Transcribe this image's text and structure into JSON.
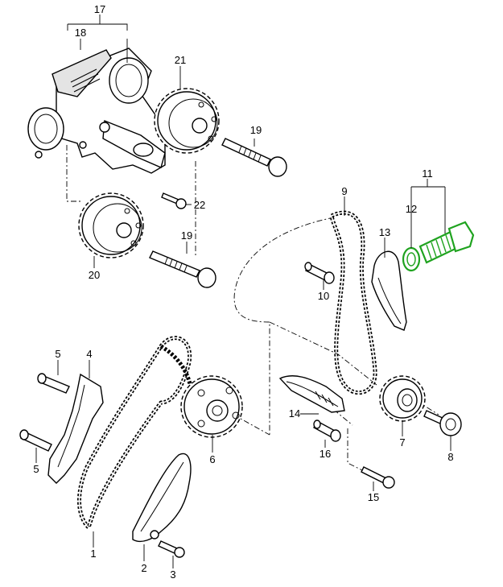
{
  "diagram": {
    "callouts": {
      "c1": "1",
      "c2": "2",
      "c3": "3",
      "c4": "4",
      "c5a": "5",
      "c5b": "5",
      "c6": "6",
      "c7": "7",
      "c8": "8",
      "c9": "9",
      "c10": "10",
      "c11": "11",
      "c12": "12",
      "c13": "13",
      "c14": "14",
      "c15": "15",
      "c16": "16",
      "c17": "17",
      "c18": "18",
      "c19a": "19",
      "c19b": "19",
      "c20": "20",
      "c21": "21",
      "c22": "22"
    },
    "highlight_color": "#1fa31f",
    "highlighted_parts": [
      "11",
      "12"
    ]
  }
}
